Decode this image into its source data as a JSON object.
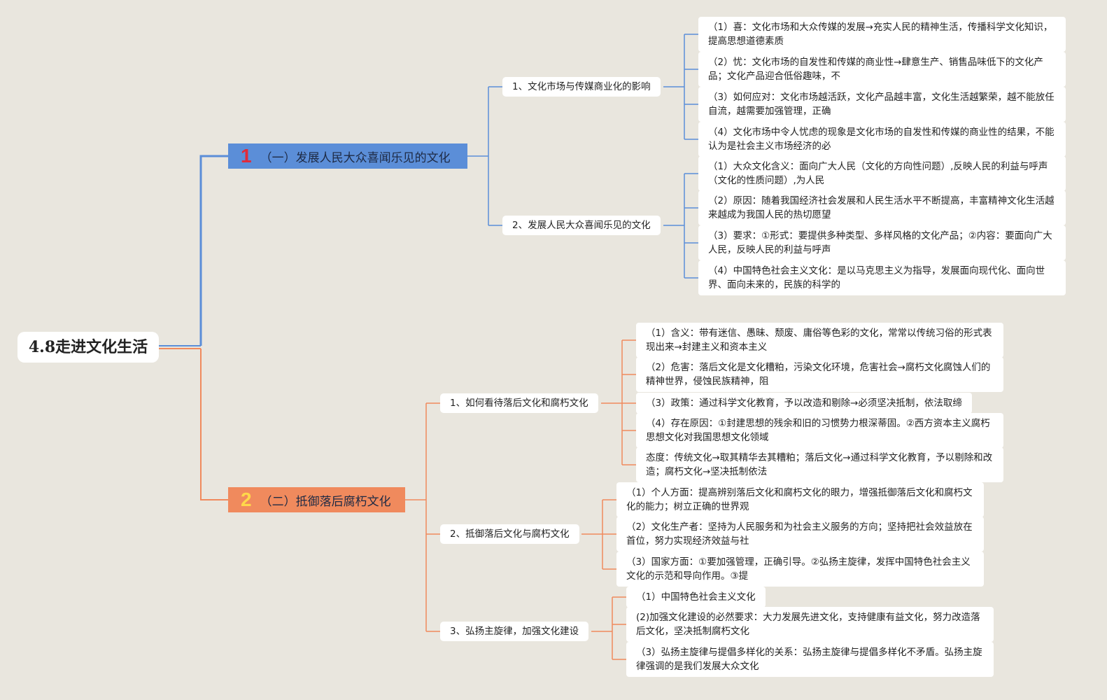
{
  "root": {
    "label": "4.8走进文化生活"
  },
  "colors": {
    "branch1": "#5b8ed8",
    "branch1_number": "#e02b3a",
    "branch2": "#f08a5d",
    "branch2_number": "#ffd84a",
    "background": "#e9e6de"
  },
  "branch1": {
    "number": "1",
    "label": "（一）发展人民大众喜闻乐见的文化",
    "children": [
      {
        "label": "1、文化市场与传媒商业化的影响",
        "leaves": [
          "（1）喜：文化市场和大众传媒的发展→充实人民的精神生活，传播科学文化知识，提高思想道德素质",
          "（2）忧：文化市场的自发性和传媒的商业性→肆意生产、销售品味低下的文化产品；文化产品迎合低俗趣味，不",
          "（3）如何应对：文化市场越活跃，文化产品越丰富，文化生活越繁荣，越不能放任自流，越需要加强管理，正确",
          "（4）文化市场中令人忧虑的现象是文化市场的自发性和传媒的商业性的结果，不能认为是社会主义市场经济的必"
        ]
      },
      {
        "label": "2、发展人民大众喜闻乐见的文化",
        "leaves": [
          "（1）大众文化含义：面向广大人民（文化的方向性问题）,反映人民的利益与呼声（文化的性质问题）,为人民",
          "（2）原因：随着我国经济社会发展和人民生活水平不断提高，丰富精神文化生活越来越成为我国人民的热切愿望",
          "（3）要求：①形式：要提供多种类型、多样风格的文化产品；②内容：要面向广大人民，反映人民的利益与呼声",
          "（4）中国特色社会主义文化：是以马克思主义为指导，发展面向现代化、面向世界、面向未来的，民族的科学的"
        ]
      }
    ]
  },
  "branch2": {
    "number": "2",
    "label": "（二）抵御落后腐朽文化",
    "children": [
      {
        "label": "1、如何看待落后文化和腐朽文化",
        "leaves": [
          "（1）含义：带有迷信、愚昧、颓废、庸俗等色彩的文化，常常以传统习俗的形式表现出来→封建主义和资本主义",
          "（2）危害：落后文化是文化糟粕，污染文化环境，危害社会→腐朽文化腐蚀人们的精神世界，侵蚀民族精神，阻",
          "（3）政策：通过科学文化教育，予以改造和剔除→必须坚决抵制，依法取缔",
          "（4）存在原因：①封建思想的残余和旧的习惯势力根深蒂固。②西方资本主义腐朽思想文化对我国思想文化领域",
          "态度：传统文化→取其精华去其糟粕；落后文化→通过科学文化教育，予以剔除和改造；腐朽文化→坚决抵制依法"
        ]
      },
      {
        "label": "2、抵御落后文化与腐朽文化",
        "leaves": [
          "（1）个人方面：提高辨别落后文化和腐朽文化的眼力，增强抵御落后文化和腐朽文化的能力；树立正确的世界观",
          "（2）文化生产者：坚持为人民服务和为社会主义服务的方向；坚持把社会效益放在首位，努力实现经济效益与社",
          "（3）国家方面：①要加强管理，正确引导。②弘扬主旋律，发挥中国特色社会主义文化的示范和导向作用。③提"
        ]
      },
      {
        "label": "3、弘扬主旋律，加强文化建设",
        "leaves": [
          "（1）中国特色社会主义文化",
          "(2)加强文化建设的必然要求：大力发展先进文化，支持健康有益文化，努力改造落后文化，坚决抵制腐朽文化",
          "（3）弘扬主旋律与提倡多样化的关系：弘扬主旋律与提倡多样化不矛盾。弘扬主旋律强调的是我们发展大众文化"
        ]
      }
    ]
  }
}
